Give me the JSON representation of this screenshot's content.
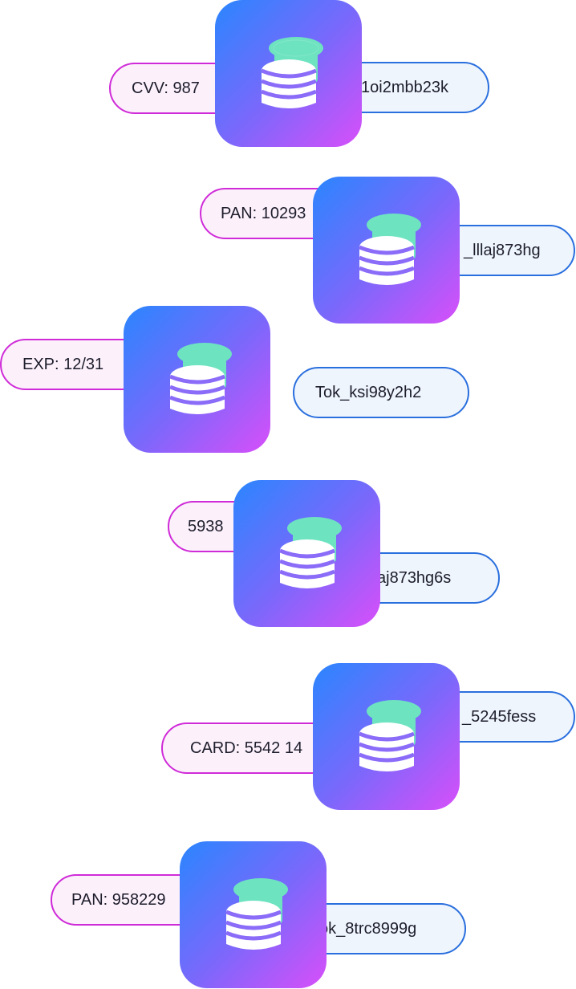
{
  "colors": {
    "sensitive_border": "#cf2bd8",
    "sensitive_fill": "#fcf0fb",
    "token_border": "#2a6fde",
    "token_fill": "#eef5fd",
    "tile_gradient_start": "#2a86ff",
    "tile_gradient_end": "#d84ffa",
    "coin_stack_front": "#ffffff",
    "coin_stack_back": "#6ee3c0"
  },
  "icon": "database-coins-icon",
  "rows": [
    {
      "sensitive": "CVV: 987",
      "token": "1oi2mbb23k"
    },
    {
      "sensitive": "PAN: 10293",
      "token": "_lllaj873hg"
    },
    {
      "sensitive": "EXP: 12/31",
      "token": "Tok_ksi98y2h2"
    },
    {
      "sensitive": "5938",
      "token": "aj873hg6s"
    },
    {
      "sensitive": "CARD: 5542 14",
      "token": "_5245fess"
    },
    {
      "sensitive": "PAN: 958229",
      "token": "ok_8trc8999g"
    }
  ]
}
